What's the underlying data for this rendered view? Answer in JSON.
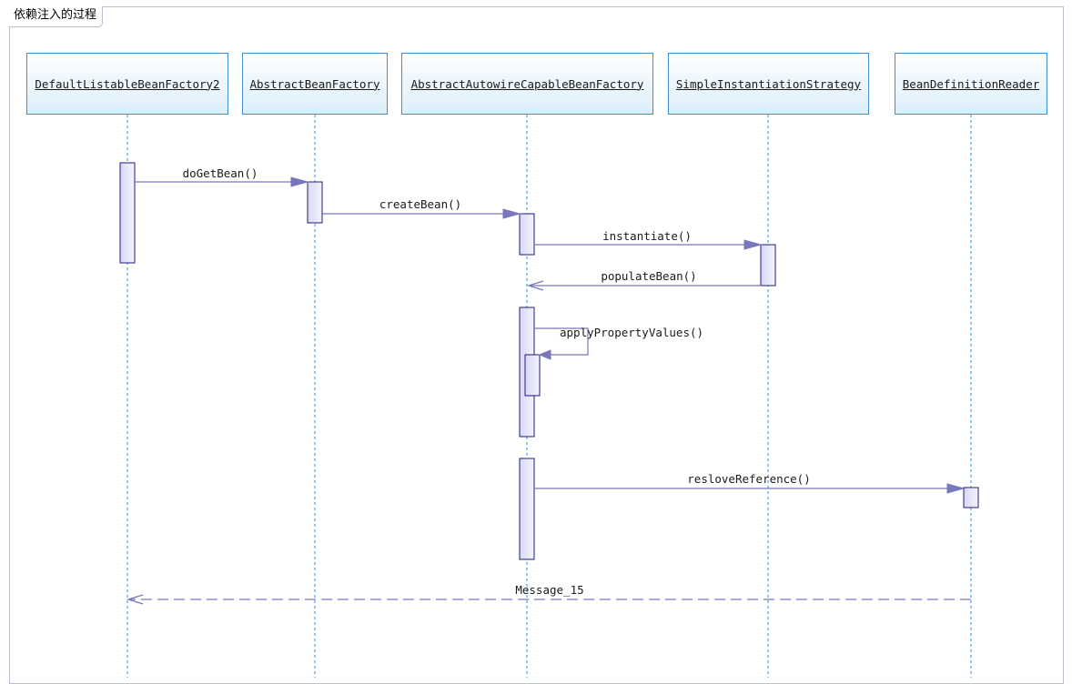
{
  "frame": {
    "title": "依赖注入的过程"
  },
  "participants": [
    {
      "id": "p1",
      "name": "DefaultListableBeanFactory2"
    },
    {
      "id": "p2",
      "name": "AbstractBeanFactory"
    },
    {
      "id": "p3",
      "name": "AbstractAutowireCapableBeanFactory"
    },
    {
      "id": "p4",
      "name": "SimpleInstantiationStrategy"
    },
    {
      "id": "p5",
      "name": "BeanDefinitionReader"
    }
  ],
  "messages": [
    {
      "from": "DefaultListableBeanFactory2",
      "to": "AbstractBeanFactory",
      "label": "doGetBean()",
      "kind": "sync"
    },
    {
      "from": "AbstractBeanFactory",
      "to": "AbstractAutowireCapableBeanFactory",
      "label": "createBean()",
      "kind": "sync"
    },
    {
      "from": "AbstractAutowireCapableBeanFactory",
      "to": "SimpleInstantiationStrategy",
      "label": "instantiate()",
      "kind": "sync"
    },
    {
      "from": "SimpleInstantiationStrategy",
      "to": "AbstractAutowireCapableBeanFactory",
      "label": "populateBean()",
      "kind": "async"
    },
    {
      "from": "AbstractAutowireCapableBeanFactory",
      "to": "AbstractAutowireCapableBeanFactory",
      "label": "applyPropertyValues()",
      "kind": "self"
    },
    {
      "from": "AbstractAutowireCapableBeanFactory",
      "to": "BeanDefinitionReader",
      "label": "resloveReference()",
      "kind": "sync"
    },
    {
      "from": "BeanDefinitionReader",
      "to": "DefaultListableBeanFactory2",
      "label": "Message_15",
      "kind": "return"
    }
  ],
  "colors": {
    "lifeline": "#2e8fe0",
    "message": "#7777bb",
    "activation_border": "#1c1c7a",
    "activation_fill": "#e6e6f8",
    "participant_border": "#3f8fd0"
  }
}
